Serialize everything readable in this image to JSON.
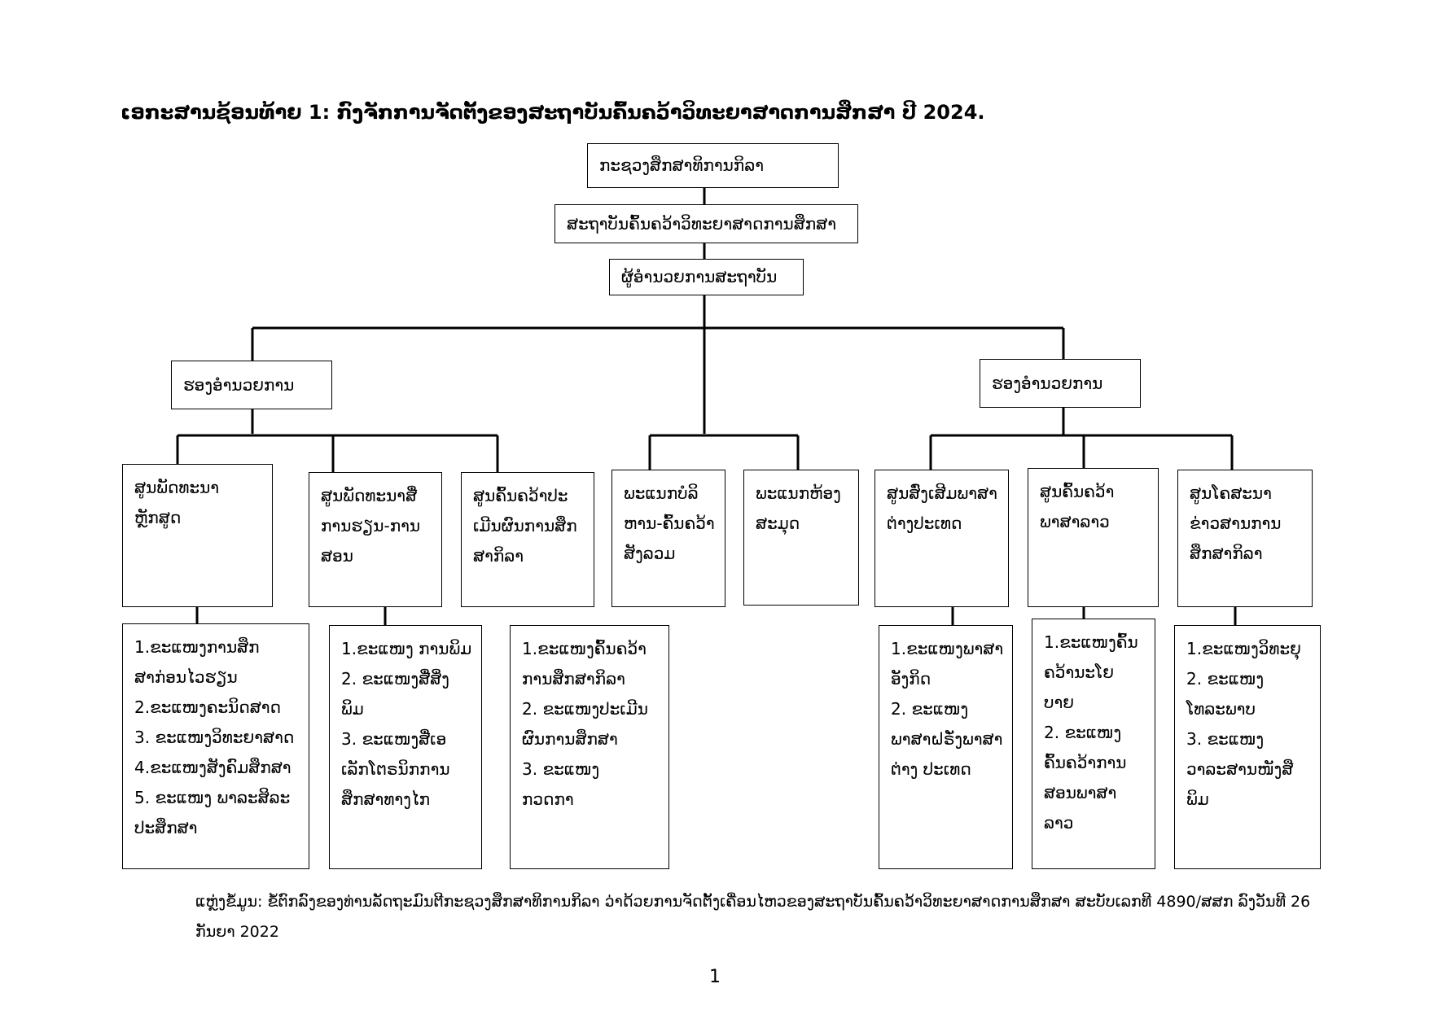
{
  "title": "ເອກະສານຊ້ອນທ້າຍ 1: ກົງຈັກການຈັດຕັ້ງຂອງສະຖາບັນຄົ້ນຄວ້າວິທະຍາສາດການສຶກສາ ປີ 2024.",
  "nodes": {
    "ministry": [
      "ກະຊວງສຶກສາທິການກິລາ"
    ],
    "institute": [
      "ສະຖາບັນຄົ້ນຄວ້າວິທະຍາສາດການສຶກສາ"
    ],
    "director": [
      "ຜູ້ອຳນວຍການສະຖາບັນ"
    ],
    "deputy_left": [
      "ຮອງອຳນວຍການ"
    ],
    "deputy_right": [
      "ຮອງອຳນວຍການ"
    ],
    "c1": [
      "ສູນພັດທະນາ",
      "ຫຼັກສູດ"
    ],
    "c2": [
      "ສູນພັດທະນາສື່",
      "ການຮຽນ-ການ",
      "ສອນ"
    ],
    "c3": [
      "ສູນຄົ້ນຄວ້າປະ",
      "ເມີນຜົນການສຶກ",
      "ສາກິລາ"
    ],
    "c4": [
      "ພະແນກບໍລິ",
      "ຫານ-ຄົ້ນຄວ້າ",
      "ສັງລວມ"
    ],
    "c5": [
      "ພະແນກຫ້ອງ",
      "ສະມຸດ"
    ],
    "c6": [
      "ສູນສົ່ງເສີມພາສາ",
      "ຕ່າງປະເທດ"
    ],
    "c7": [
      "ສູນຄົ້ນຄວ້າ",
      "ພາສາລາວ"
    ],
    "c8": [
      "ສູນໂຄສະນາ",
      "ຂ່າວສານການ",
      "ສຶກສາກິລາ"
    ],
    "s1": [
      "1.ຂະແໜງການສຶກ",
      "ສາກ່ອນໄວຮຽນ",
      "2.ຂະແໜງຄະນິດສາດ",
      "3. ຂະແໜງວິທະຍາສາດ",
      "4.ຂະແໜງສັງຄົມສຶກສາ",
      "5. ຂະແໜງ ພາລະສິລະ",
      "ປະສຶກສາ"
    ],
    "s2": [
      "1.ຂະແໜງ ການພິມ",
      "2. ຂະແໜງສື່ສິ່ງ",
      "ພິມ",
      "3. ຂະແໜງສື່ເອ",
      "ເລັກໂຕຣນິກການ",
      "ສຶກສາທາງໄກ"
    ],
    "s3": [
      "1.ຂະແໜງຄົ້ນຄວ້າ",
      "ການສຶກສາກິລາ",
      "2. ຂະແໜງປະເມີນ",
      "ຜົນການສຶກສາ",
      "3. ຂະແໜງ",
      "ກວດກາ"
    ],
    "s6": [
      "1.ຂະແໜງພາສາ",
      "ອັງກິດ",
      "2. ຂະແໜງ",
      "ພາສາຝຣັ່ງພາສາ",
      "ຕ່າງ ປະເທດ"
    ],
    "s7": [
      "1.ຂະແໜງຄົ້ນ",
      "ຄວ້ານະໂຍ",
      "ບາຍ",
      "2. ຂະແໜງ",
      "ຄົ້ນຄວ້າການ",
      "ສອນພາສາ",
      "ລາວ"
    ],
    "s8": [
      "1.ຂະແໜງວິທະຍຸ",
      "2. ຂະແໜງ",
      "ໂທລະພາບ",
      "3. ຂະແໜງ",
      "ວາລະສານໜັງສື",
      "ພິມ"
    ]
  },
  "source": "ແຫຼ່ງຂໍ້ມູນ: ຂໍ້ຕົກລົງຂອງທ່ານລັດຖະມົນຕີກະຊວງສຶກສາທິການກິລາ ວ່າດ້ວຍການຈັດຕັ້ງເຄື່ອນໄຫວຂອງສະຖາບັນຄົ້ນຄວ້າວິທະຍາສາດການສຶກສາ ສະບັບເລກທີ 4890/ສສກ ລົງວັນທີ 26 ກັນຍາ 2022",
  "page_number": "1"
}
